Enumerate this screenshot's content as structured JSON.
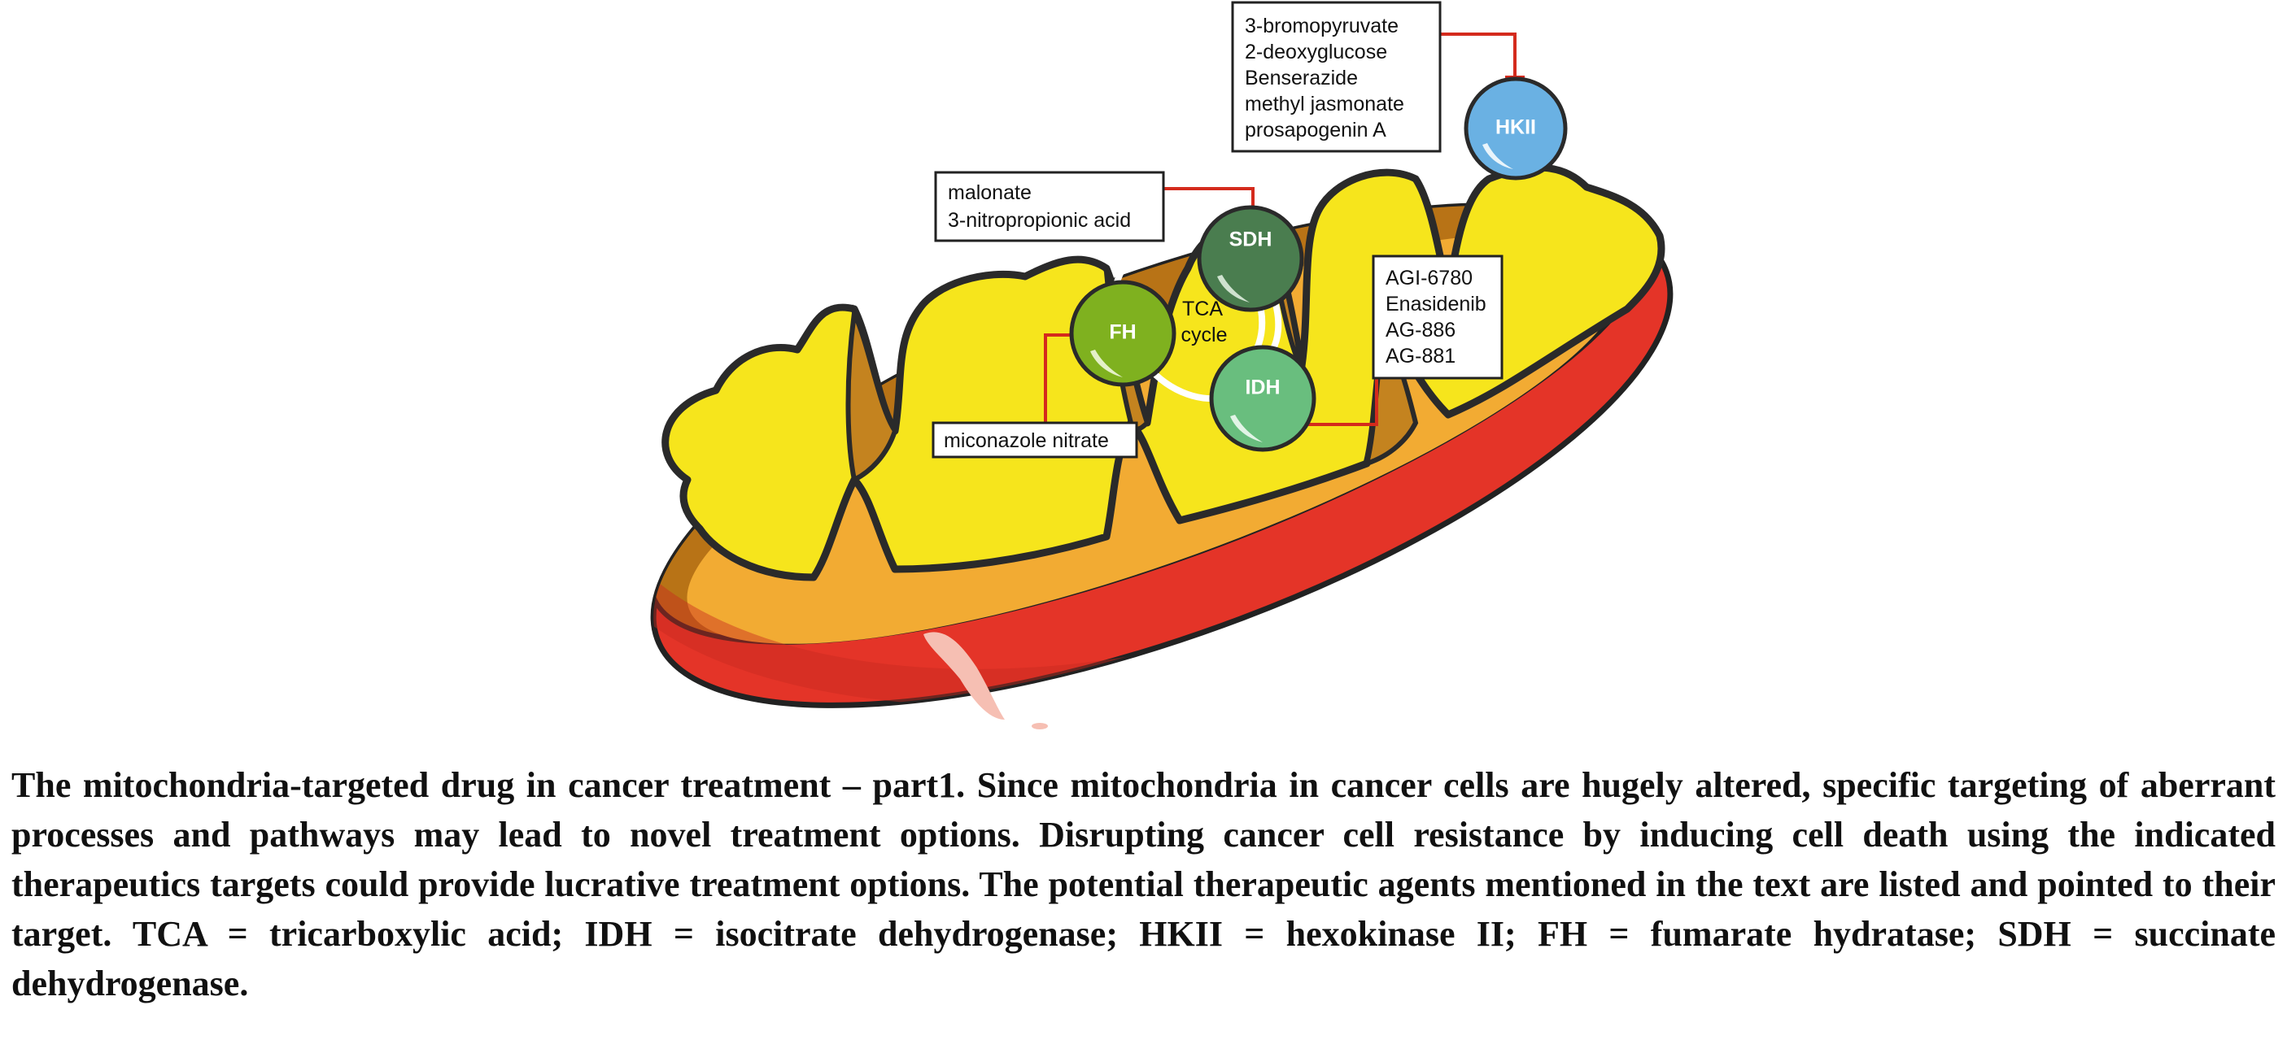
{
  "enzymes": {
    "hkii": "HKII",
    "sdh": "SDH",
    "fh": "FH",
    "idh": "IDH"
  },
  "tca_label": [
    "TCA",
    "cycle"
  ],
  "drug_boxes": {
    "hkii": [
      "3-bromopyruvate",
      "2-deoxyglucose",
      "Benserazide",
      "methyl jasmonate",
      "prosapogenin A"
    ],
    "sdh": [
      "malonate",
      "3-nitropropionic acid"
    ],
    "idh": [
      "AGI-6780",
      "Enasidenib",
      "AG-886",
      "AG-881"
    ],
    "fh": [
      "miconazole nitrate"
    ]
  },
  "colors": {
    "outer_membrane": "#e43428",
    "inner_membrane_edge": "#b87316",
    "matrix": "#f6e51c",
    "intermembrane": "#f2ab33",
    "inhibition_line": "#d42a1c",
    "hkii": "#6ab1e3",
    "sdh": "#4a7d4f",
    "fh": "#7fb11f",
    "idh": "#69be7e"
  },
  "caption": "The mitochondria-targeted drug in cancer treatment – part1. Since mitochondria in cancer cells are hugely altered, specific targeting of aberrant processes and pathways may lead to novel treatment options. Disrupting cancer cell resistance by inducing cell death using the indicated therapeutics targets could provide lucrative treatment options. The potential therapeutic agents mentioned in the text are listed and pointed to their target. TCA = tricarboxylic acid; IDH = isocitrate dehydrogenase; HKII = hexokinase II; FH = fumarate hydratase; SDH = succinate dehydrogenase."
}
